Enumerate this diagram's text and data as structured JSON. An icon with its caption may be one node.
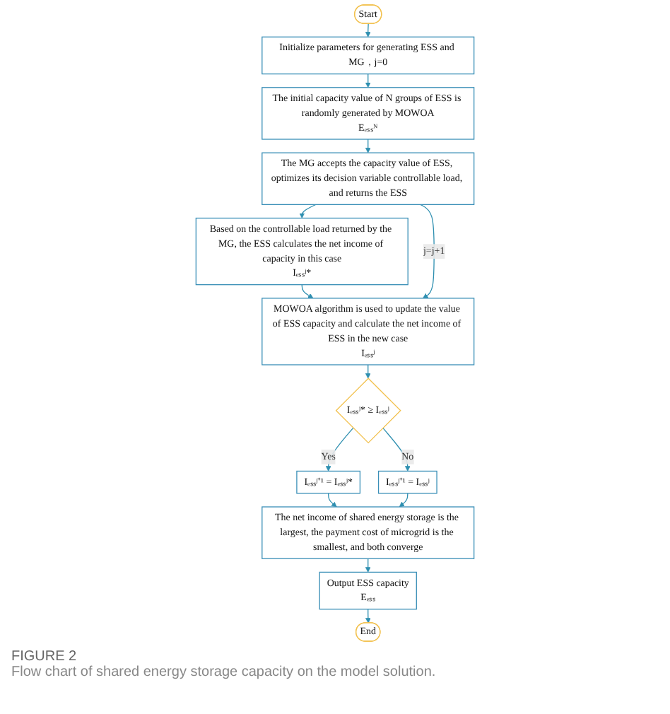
{
  "diagram": {
    "caption": "Flow chart of shared energy storage capacity on the model solution.",
    "nodes": [
      {
        "text": [
          "Start"
        ]
      },
      {
        "text": [
          "Initialize parameters for generating ESS and MG，j=0"
        ]
      },
      {
        "text": [
          "The initial capacity value of N groups of ESS is randomly generated by MOWOA",
          "Eₑₛₛᴺ"
        ]
      },
      {
        "text": [
          "The MG accepts the capacity value of ESS, optimizes its decision variable controllable load, and returns the ESS"
        ]
      },
      {
        "text": [
          "Based on the controllable load returned by the MG, the ESS calculates the net income of capacity in this case",
          "Iₑₛₛʲ*"
        ]
      },
      {
        "text": [
          "MOWOA algorithm is used to update the value of ESS capacity and calculate the net income of ESS in the new case",
          "Iₑₛₛʲ"
        ]
      },
      {
        "text": [
          "Iₑₛₛʲ* ≥ Iₑₛₛʲ"
        ]
      },
      {
        "text": [
          "Iₑₛₛʲ⁺¹ = Iₑₛₛʲ*"
        ]
      },
      {
        "text": [
          "Iₑₛₛʲ⁺¹ = Iₑₛₛʲ"
        ]
      },
      {
        "text": [
          "The net income of shared energy storage is the largest, the payment cost of microgrid is the smallest, and both converge"
        ]
      },
      {
        "text": [
          "Output ESS capacity",
          "Eₑₛₛ"
        ]
      },
      {
        "text": [
          "End"
        ]
      }
    ],
    "edges": [
      {
        "from": 0,
        "to": 1,
        "arrow": "to"
      },
      {
        "from": 1,
        "to": 2,
        "arrow": "to"
      },
      {
        "from": 2,
        "to": 3,
        "arrow": "to"
      },
      {
        "from": 3,
        "to": 4,
        "arrow": "to"
      },
      {
        "from": 4,
        "to": 5,
        "arrow": "to"
      },
      {
        "from": 3,
        "to": 5,
        "arrow": "to",
        "label": "j=j+1"
      },
      {
        "from": 5,
        "to": 6,
        "arrow": "to"
      },
      {
        "from": 6,
        "to": 7,
        "arrow": "to",
        "label": "Yes"
      },
      {
        "from": 6,
        "to": 8,
        "arrow": "to",
        "label": "No"
      },
      {
        "from": 7,
        "to": 9,
        "arrow": "to"
      },
      {
        "from": 8,
        "to": 9,
        "arrow": "to"
      },
      {
        "from": 9,
        "to": 10,
        "arrow": "to"
      },
      {
        "from": 10,
        "to": 11,
        "arrow": "to"
      }
    ],
    "labels": [
      "FIGURE 2"
    ]
  }
}
